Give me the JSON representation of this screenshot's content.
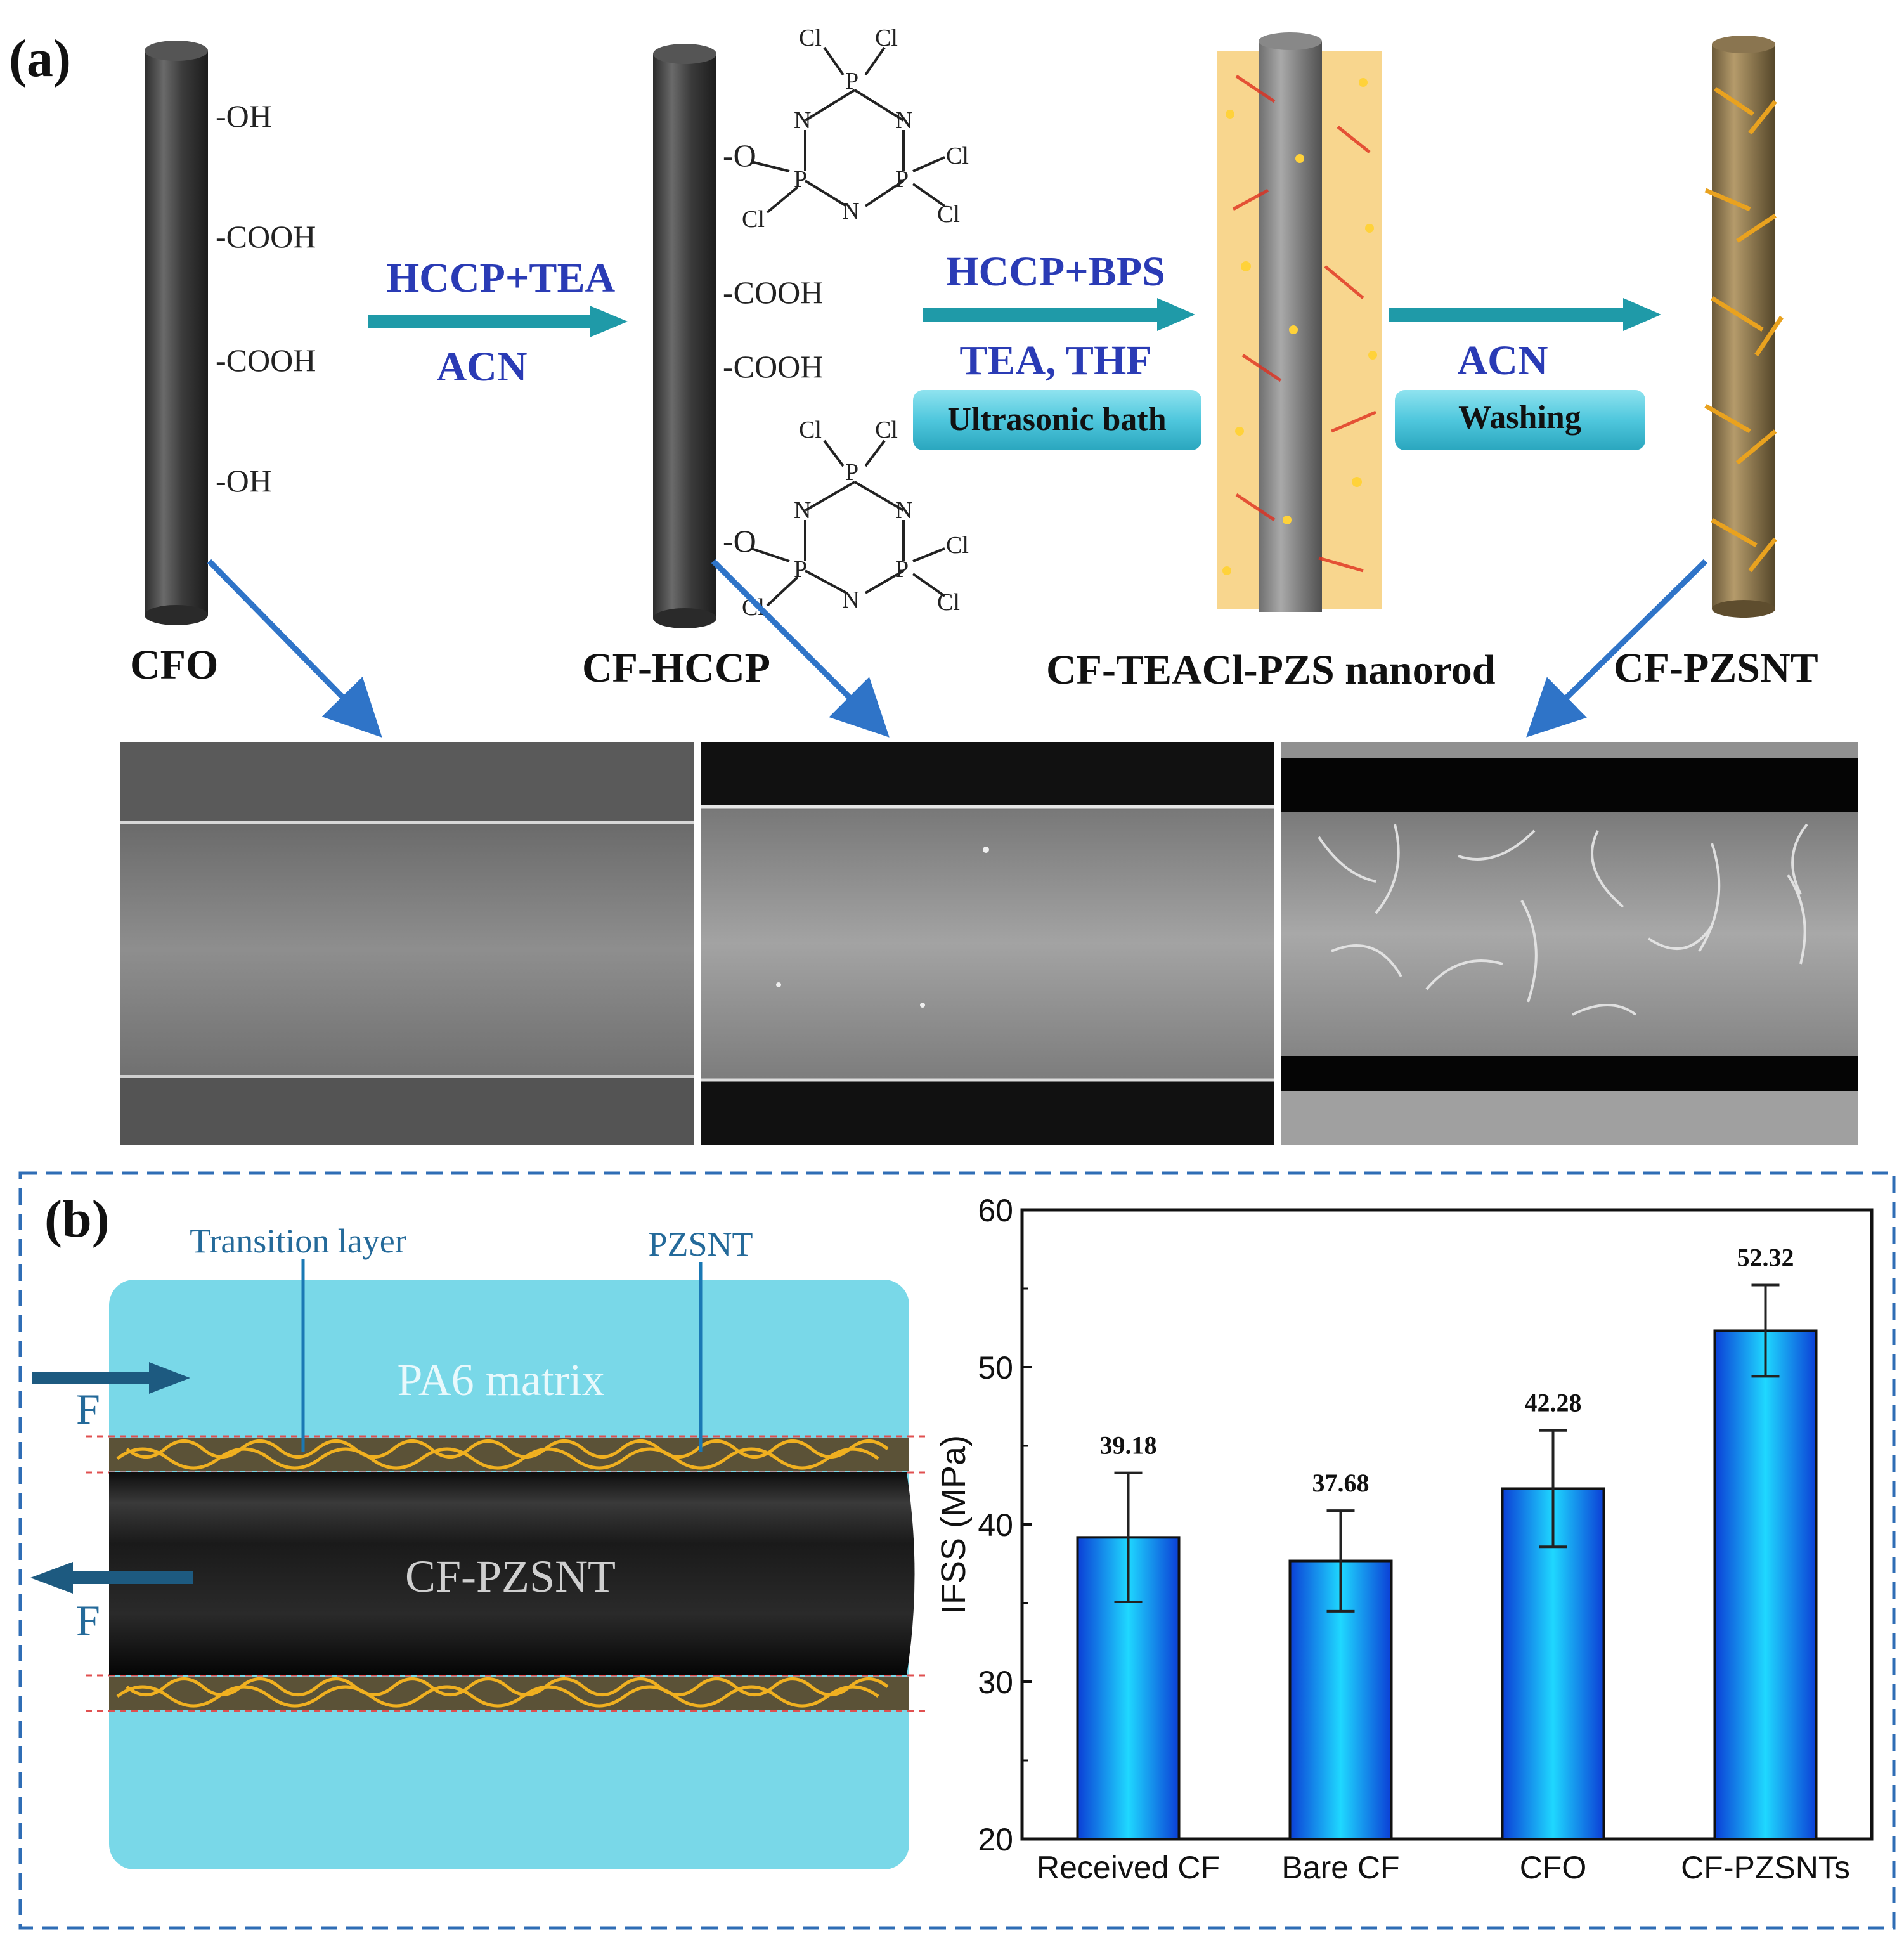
{
  "panel_a": {
    "label": "(a)",
    "cfo_groups": [
      "-OH",
      "-COOH",
      "-COOH",
      "-OH"
    ],
    "cfhccp_groups": [
      "-O",
      "-COOH",
      "-COOH",
      "-O"
    ],
    "hccp_atoms": {
      "p": "P",
      "n": "N",
      "cl": "Cl"
    },
    "step1": {
      "top": "HCCP+TEA",
      "bottom": "ACN"
    },
    "step2": {
      "top": "HCCP+BPS",
      "middle": "TEA, THF",
      "box": "Ultrasonic bath"
    },
    "step3": {
      "top": "ACN",
      "box": "Washing"
    },
    "fiber_labels": [
      "CFO",
      "CF-HCCP",
      "CF-TEACl-PZS nanorod",
      "CF-PZSNT"
    ]
  },
  "panel_b": {
    "label": "(b)",
    "transition_layer": "Transition layer",
    "pzsnt": "PZSNT",
    "matrix": "PA6 matrix",
    "fiber": "CF-PZSNT",
    "force": "F"
  },
  "colors": {
    "arrow_teal": "#1f9aa8",
    "reaction_text": "#2a3bb5",
    "pointer_blue": "#2f74c8",
    "matrix_cyan": "#79d8e8",
    "bar_cyan": "#1fd0ff",
    "bar_blue": "#0b3fd6",
    "frame_dash": "#2f6db5"
  },
  "chart_data": {
    "type": "bar",
    "categories": [
      "Received CF",
      "Bare CF",
      "CFO",
      "CF-PZSNTs"
    ],
    "values": [
      39.18,
      37.68,
      42.28,
      52.32
    ],
    "errors": [
      4.1,
      3.2,
      3.7,
      2.9
    ],
    "value_labels": [
      "39.18",
      "37.68",
      "42.28",
      "52.32"
    ],
    "ylabel": "IFSS (MPa)",
    "xlabel": "",
    "ylim": [
      20,
      60
    ],
    "yticks": [
      20,
      30,
      40,
      50,
      60
    ],
    "grid": false
  }
}
